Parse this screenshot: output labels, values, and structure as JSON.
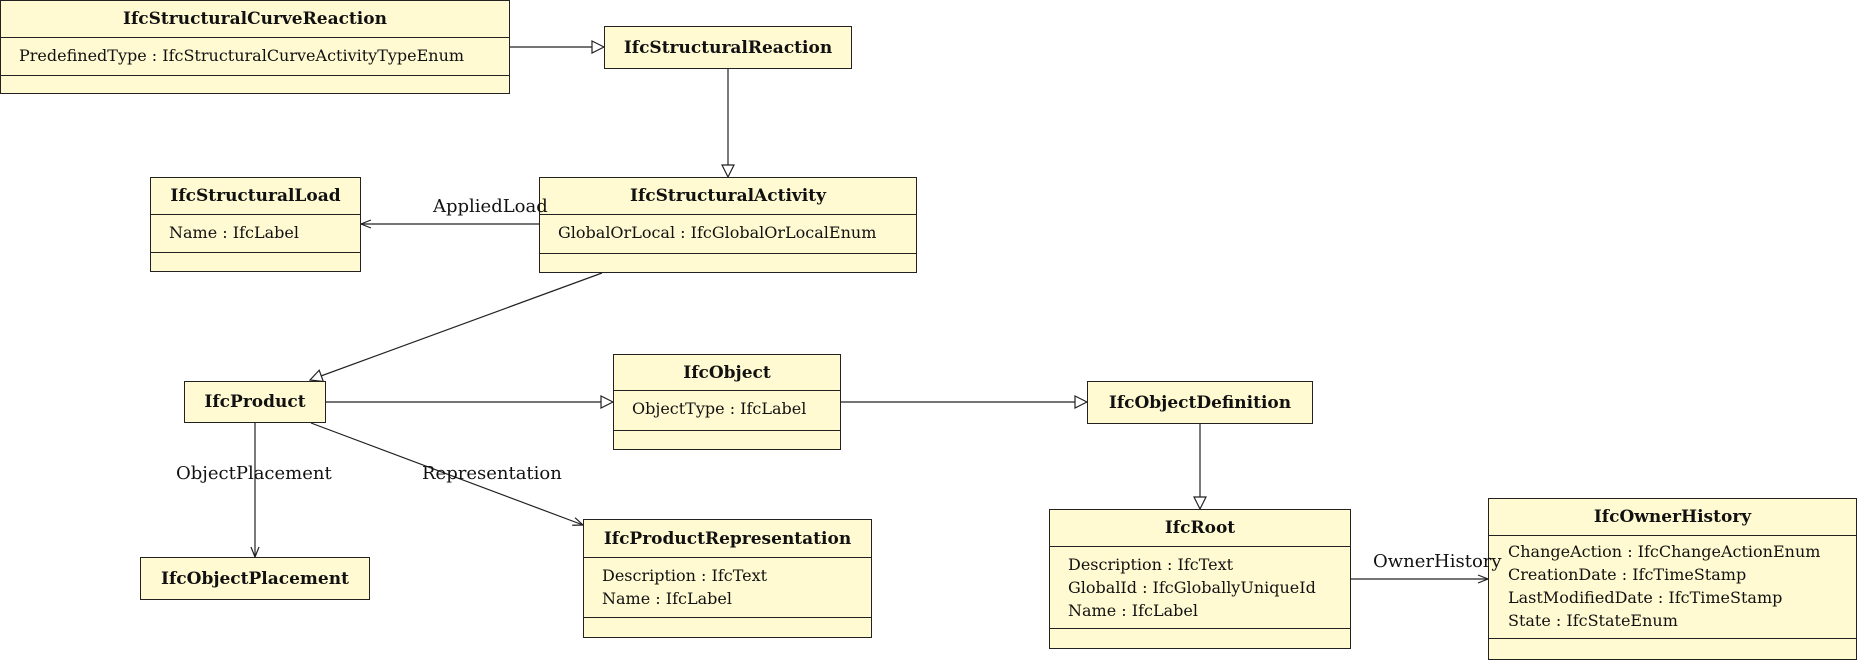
{
  "classes": {
    "curve_reaction": {
      "name": "IfcStructuralCurveReaction",
      "attributes": [
        "PredefinedType : IfcStructuralCurveActivityTypeEnum"
      ]
    },
    "structural_reaction": {
      "name": "IfcStructuralReaction",
      "attributes": []
    },
    "structural_load": {
      "name": "IfcStructuralLoad",
      "attributes": [
        "Name : IfcLabel"
      ]
    },
    "structural_activity": {
      "name": "IfcStructuralActivity",
      "attributes": [
        "GlobalOrLocal : IfcGlobalOrLocalEnum"
      ]
    },
    "product": {
      "name": "IfcProduct",
      "attributes": []
    },
    "object": {
      "name": "IfcObject",
      "attributes": [
        "ObjectType : IfcLabel"
      ]
    },
    "object_definition": {
      "name": "IfcObjectDefinition",
      "attributes": []
    },
    "object_placement": {
      "name": "IfcObjectPlacement",
      "attributes": []
    },
    "product_representation": {
      "name": "IfcProductRepresentation",
      "attributes": [
        "Description : IfcText",
        "Name : IfcLabel"
      ]
    },
    "root": {
      "name": "IfcRoot",
      "attributes": [
        "Description : IfcText",
        "GlobalId : IfcGloballyUniqueId",
        "Name : IfcLabel"
      ]
    },
    "owner_history": {
      "name": "IfcOwnerHistory",
      "attributes": [
        "ChangeAction : IfcChangeActionEnum",
        "CreationDate : IfcTimeStamp",
        "LastModifiedDate : IfcTimeStamp",
        "State : IfcStateEnum"
      ]
    }
  },
  "associations": {
    "applied_load": "AppliedLoad",
    "object_placement": "ObjectPlacement",
    "representation": "Representation",
    "owner_history": "OwnerHistory"
  },
  "colors": {
    "class_fill": "#fffad1",
    "line": "#222222"
  }
}
